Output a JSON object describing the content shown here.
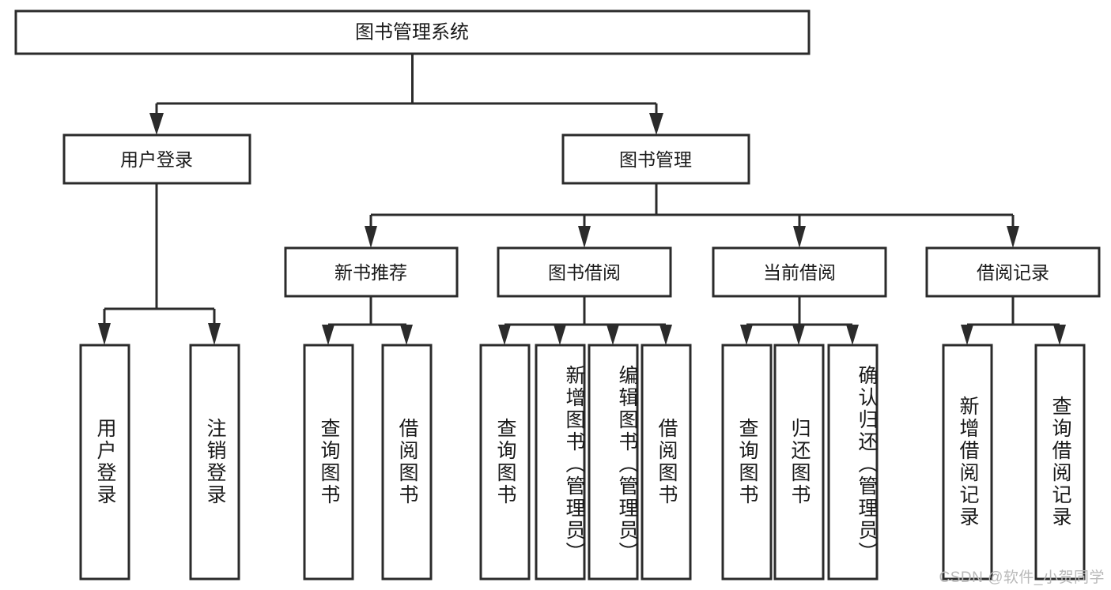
{
  "diagram": {
    "type": "tree-hierarchy-chart",
    "title": "图书管理系统",
    "background_color": "#ffffff",
    "line_color": "#2b2b2b",
    "text_color": "#1a1a1a",
    "root": {
      "label": "图书管理系统"
    },
    "level2": [
      {
        "label": "用户登录"
      },
      {
        "label": "图书管理"
      }
    ],
    "level3": [
      {
        "label": "新书推荐"
      },
      {
        "label": "图书借阅"
      },
      {
        "label": "当前借阅"
      },
      {
        "label": "借阅记录"
      }
    ],
    "leaves": {
      "user_login": [
        {
          "label": "用户登录"
        },
        {
          "label": "注销登录"
        }
      ],
      "new_book_recommend": [
        {
          "label": "查询图书"
        },
        {
          "label": "借阅图书"
        }
      ],
      "book_borrow": [
        {
          "label": "查询图书"
        },
        {
          "label": "新增图书（管理员）"
        },
        {
          "label": "编辑图书（管理员）"
        },
        {
          "label": "借阅图书"
        }
      ],
      "current_borrow": [
        {
          "label": "查询图书"
        },
        {
          "label": "归还图书"
        },
        {
          "label": "确认归还（管理员）"
        }
      ],
      "borrow_record": [
        {
          "label": "新增借阅记录"
        },
        {
          "label": "查询借阅记录"
        }
      ]
    }
  },
  "watermark": {
    "text": "CSDN @软件_小贺同学"
  }
}
